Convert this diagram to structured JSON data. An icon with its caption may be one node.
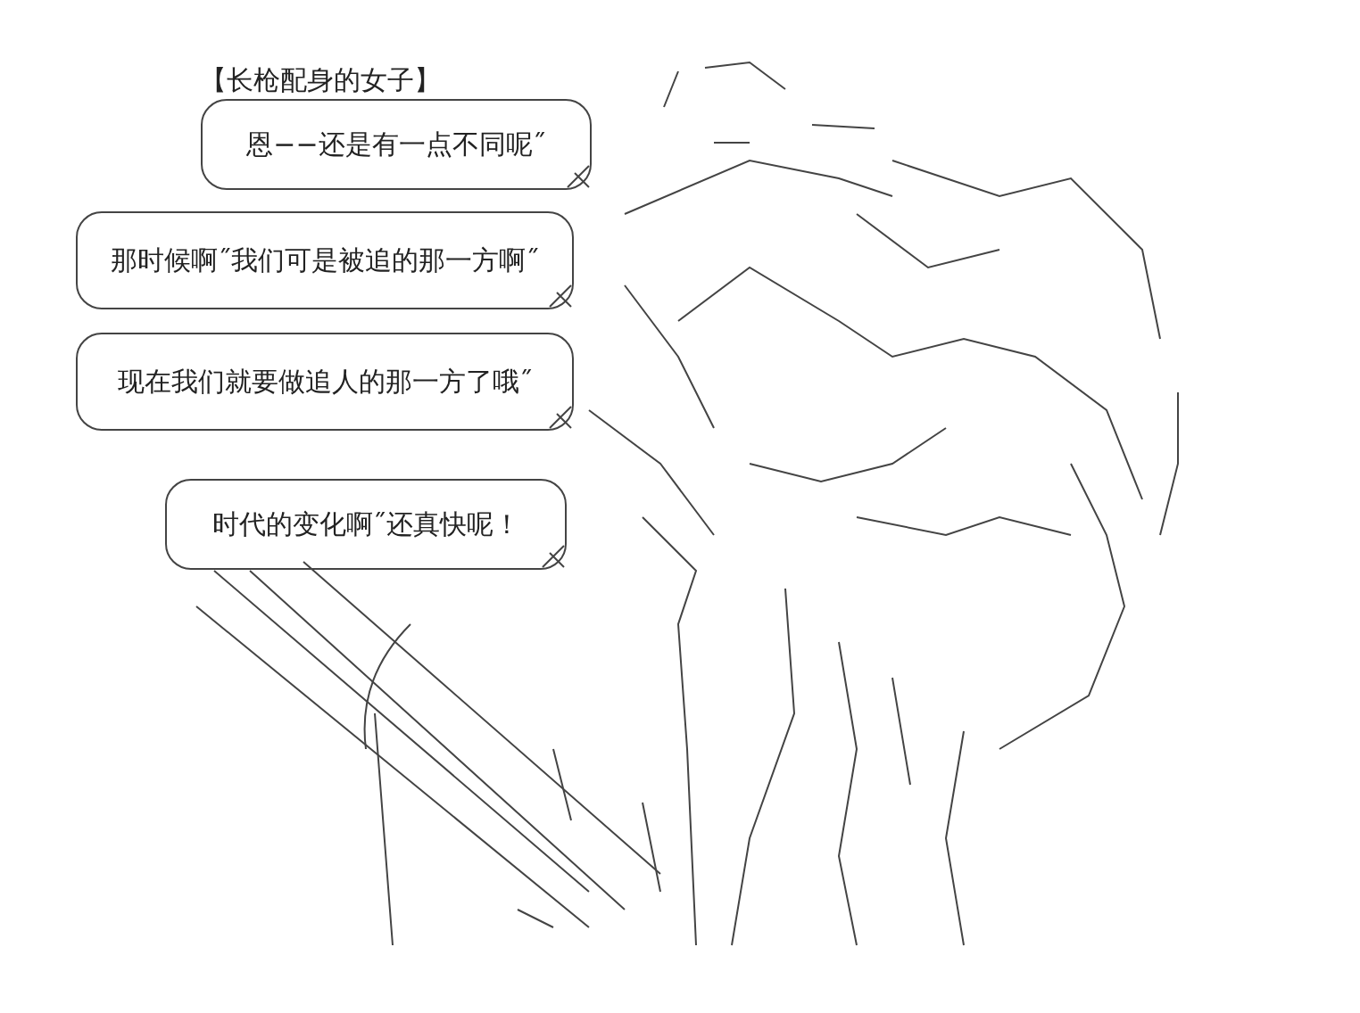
{
  "diagram": {
    "title": "【长枪配身的女子】",
    "nodes": [
      {
        "text": [
          "恩−−还是有一点不同呢˝"
        ]
      },
      {
        "text": [
          "那时候啊˝我们可是被追的那一方啊˝"
        ]
      },
      {
        "text": [
          "现在我们就要做追人的那一方了哦˝"
        ]
      },
      {
        "text": [
          "时代的变化啊˝还真快呢！"
        ]
      }
    ]
  }
}
